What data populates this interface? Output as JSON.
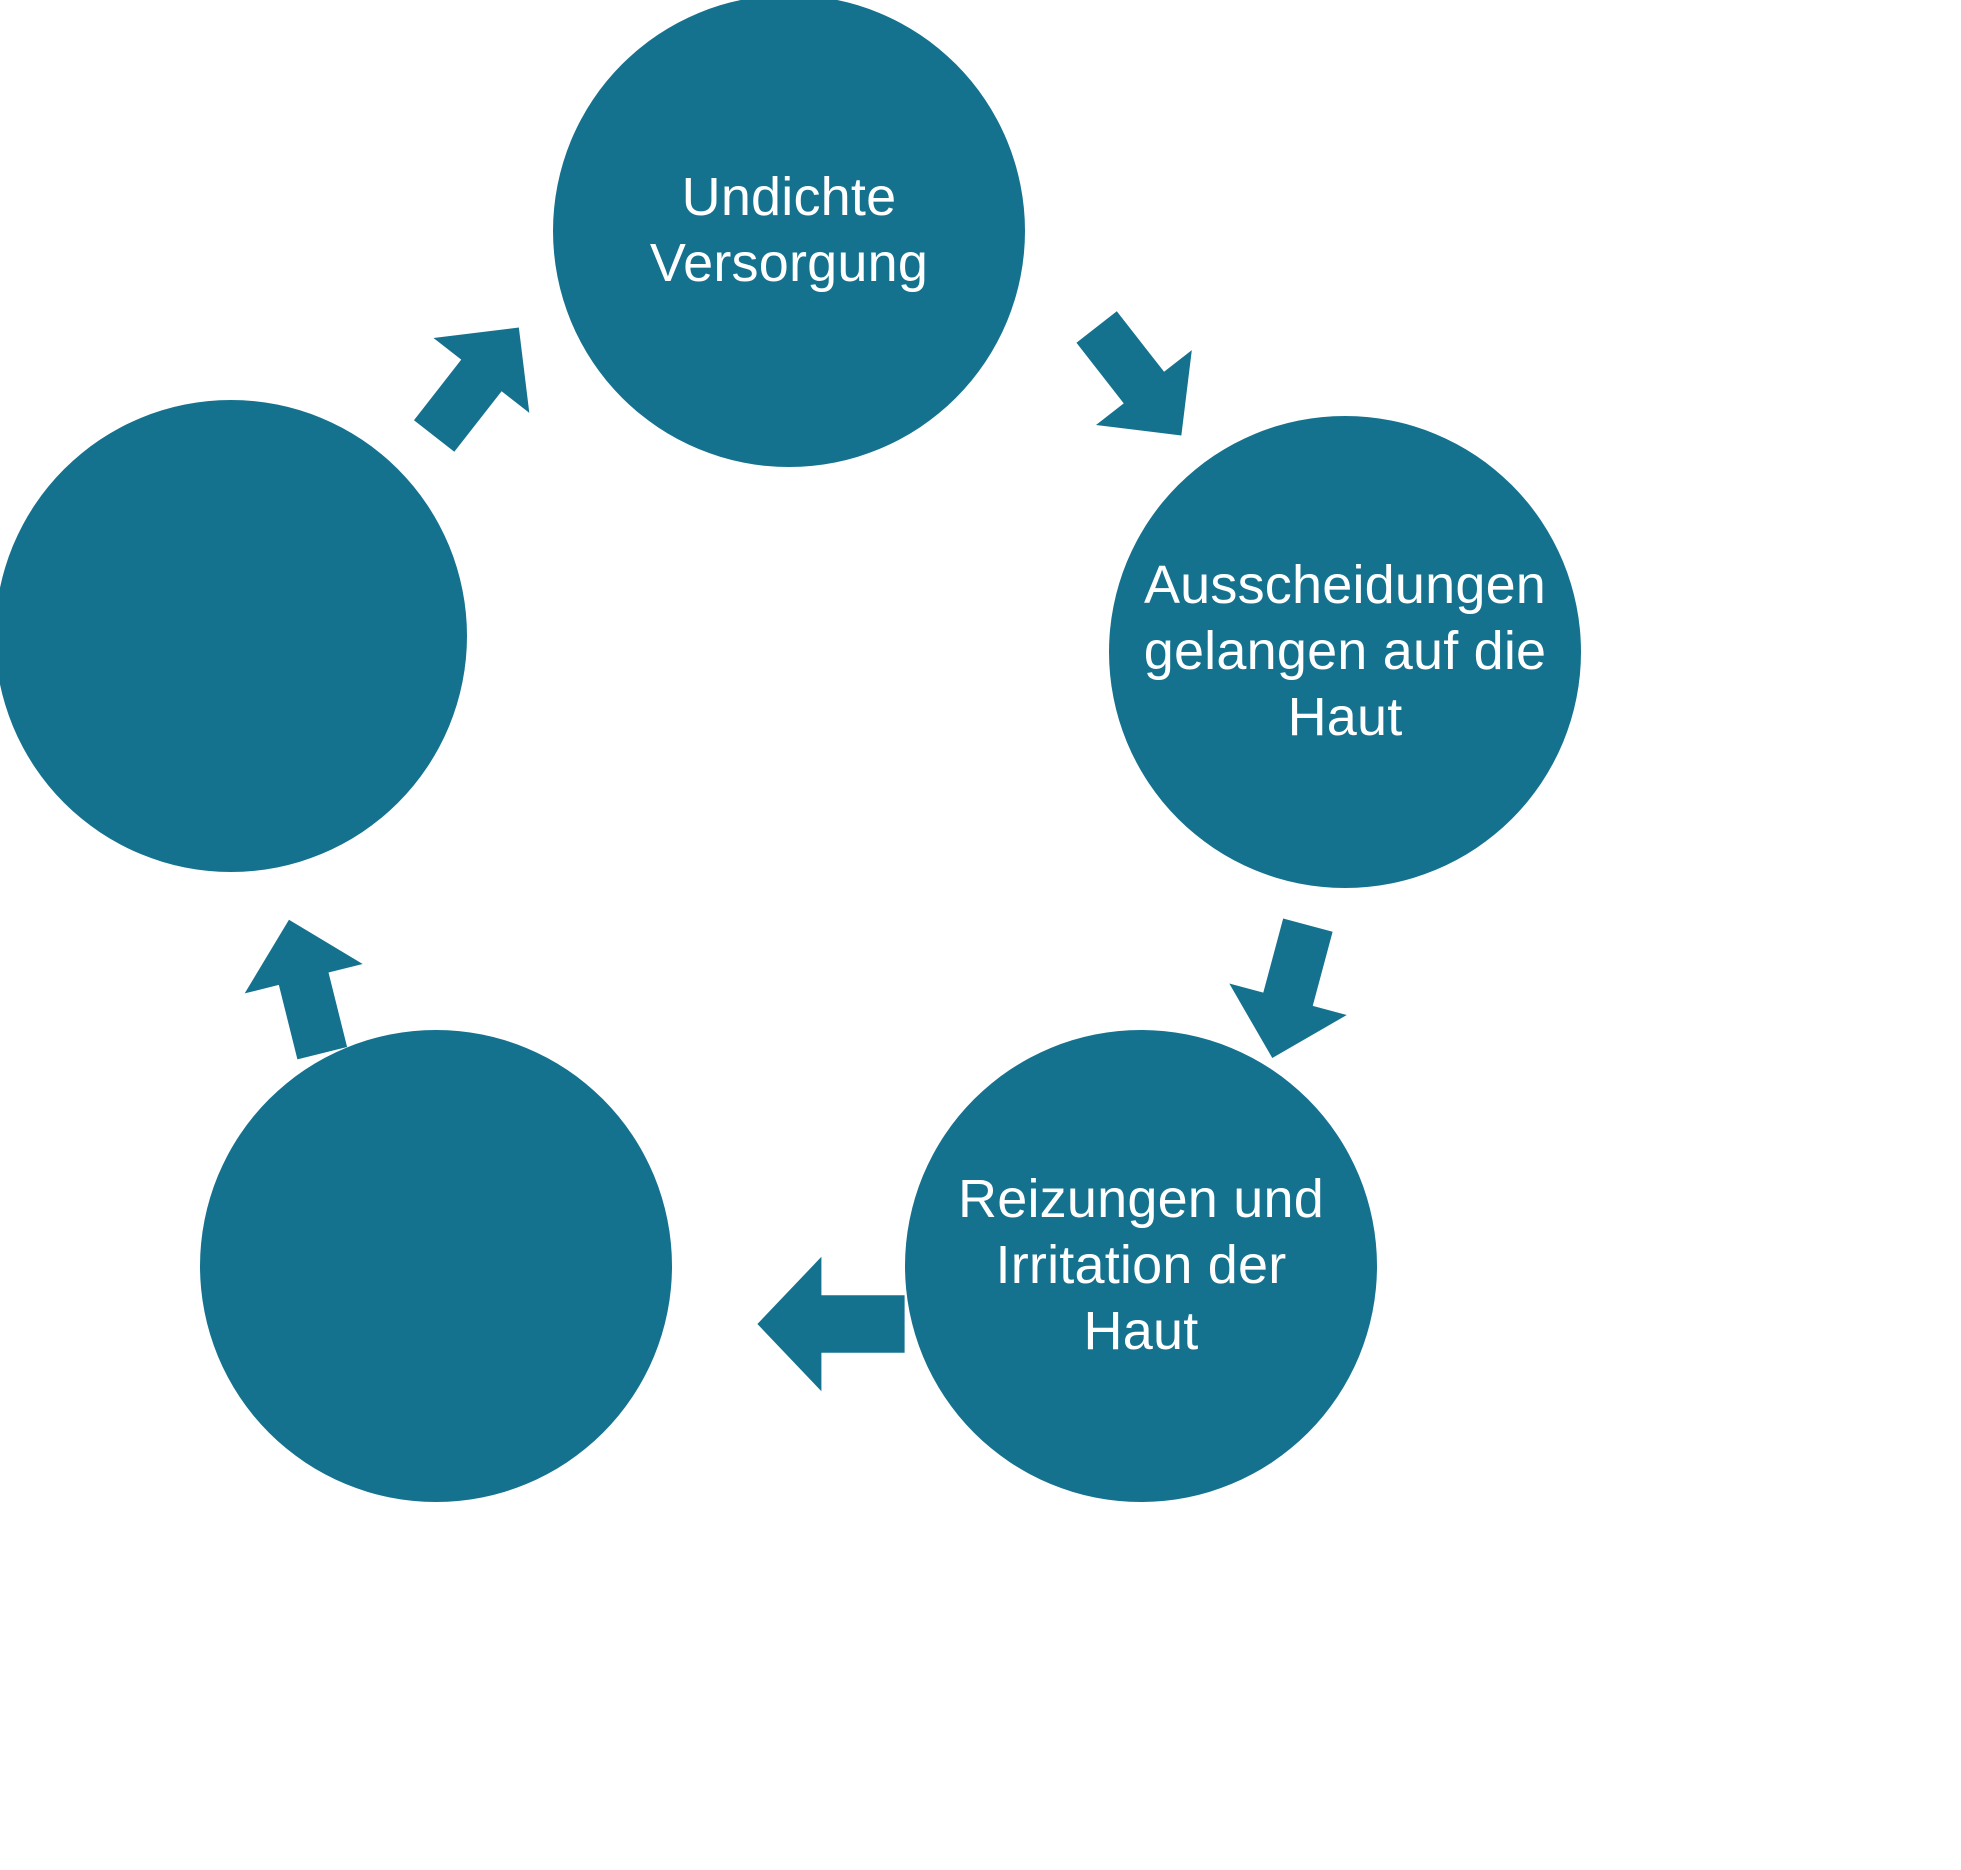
{
  "diagram": {
    "type": "cycle",
    "title": "",
    "accent_color": "#15728F",
    "text_color": "#FFFFFF",
    "background_color": "#FFFFFF",
    "node_count": 5,
    "arrow_count": 5,
    "nodes": [
      {
        "id": "node-1",
        "position": "top",
        "label": "Undichte\nVersorgung",
        "has_label": true
      },
      {
        "id": "node-2",
        "position": "right",
        "label": "Ausscheidungen\ngelangen auf die\nHaut",
        "has_label": true
      },
      {
        "id": "node-3",
        "position": "bottom-right",
        "label": "Reizungen und\nIrritation der\nHaut",
        "has_label": true
      },
      {
        "id": "node-4",
        "position": "bottom-left",
        "label": "",
        "has_label": false
      },
      {
        "id": "node-5",
        "position": "left",
        "label": "",
        "has_label": false
      }
    ],
    "arrows": [
      {
        "id": "arrow-1",
        "from": "node-1",
        "to": "node-2",
        "direction": "down-right"
      },
      {
        "id": "arrow-2",
        "from": "node-2",
        "to": "node-3",
        "direction": "down"
      },
      {
        "id": "arrow-3",
        "from": "node-3",
        "to": "node-4",
        "direction": "left"
      },
      {
        "id": "arrow-4",
        "from": "node-4",
        "to": "node-5",
        "direction": "up-left"
      },
      {
        "id": "arrow-5",
        "from": "node-5",
        "to": "node-1",
        "direction": "up-right"
      }
    ]
  }
}
